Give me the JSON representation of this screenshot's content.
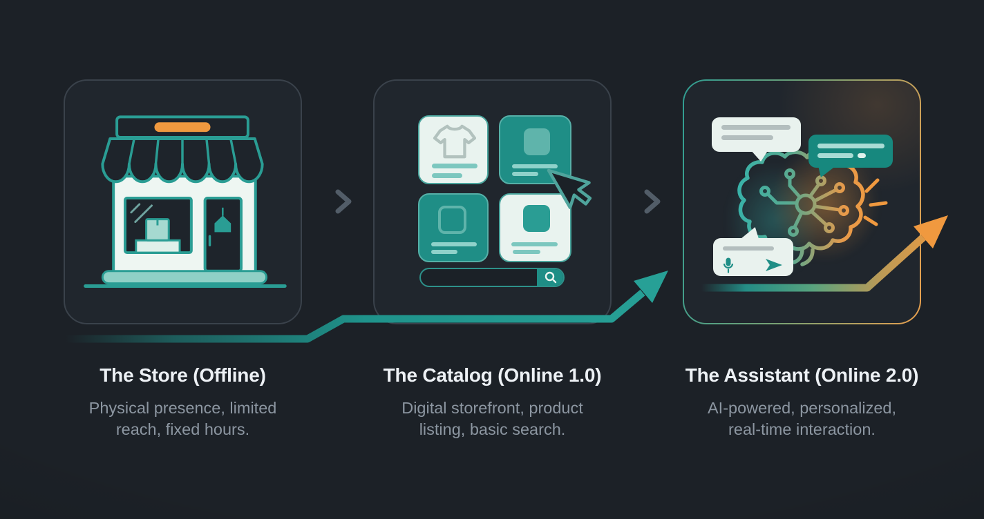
{
  "diagram": {
    "name": "commerce-evolution-diagram",
    "stages": [
      {
        "title": "The Store (Offline)",
        "description": "Physical presence, limited reach, fixed hours.",
        "icon": "storefront-icon"
      },
      {
        "title": "The Catalog (Online 1.0)",
        "description": "Digital storefront, product listing, basic search.",
        "icon": "product-grid-cursor-icon"
      },
      {
        "title": "The Assistant (Online 2.0)",
        "description": "AI-powered, personalized, real-time interaction.",
        "icon": "ai-brain-chat-icon"
      }
    ],
    "connectors": [
      {
        "icon": "right-arrow-icon"
      },
      {
        "icon": "right-arrow-icon"
      }
    ],
    "growth_arrows": [
      {
        "icon": "growth-trend-arrow-teal"
      },
      {
        "icon": "growth-trend-arrow-orange"
      }
    ],
    "colors": {
      "background": "#1c2127",
      "card_background": "#20262d",
      "card_border": "#3a424b",
      "teal": "#2a9d94",
      "teal_deep": "#1f8e86",
      "orange": "#f0993f",
      "light_surface": "#e9f3ef",
      "title_text": "#edf1f5",
      "description_text": "#8c96a1",
      "flow_arrow_gray": "#525d68"
    }
  }
}
